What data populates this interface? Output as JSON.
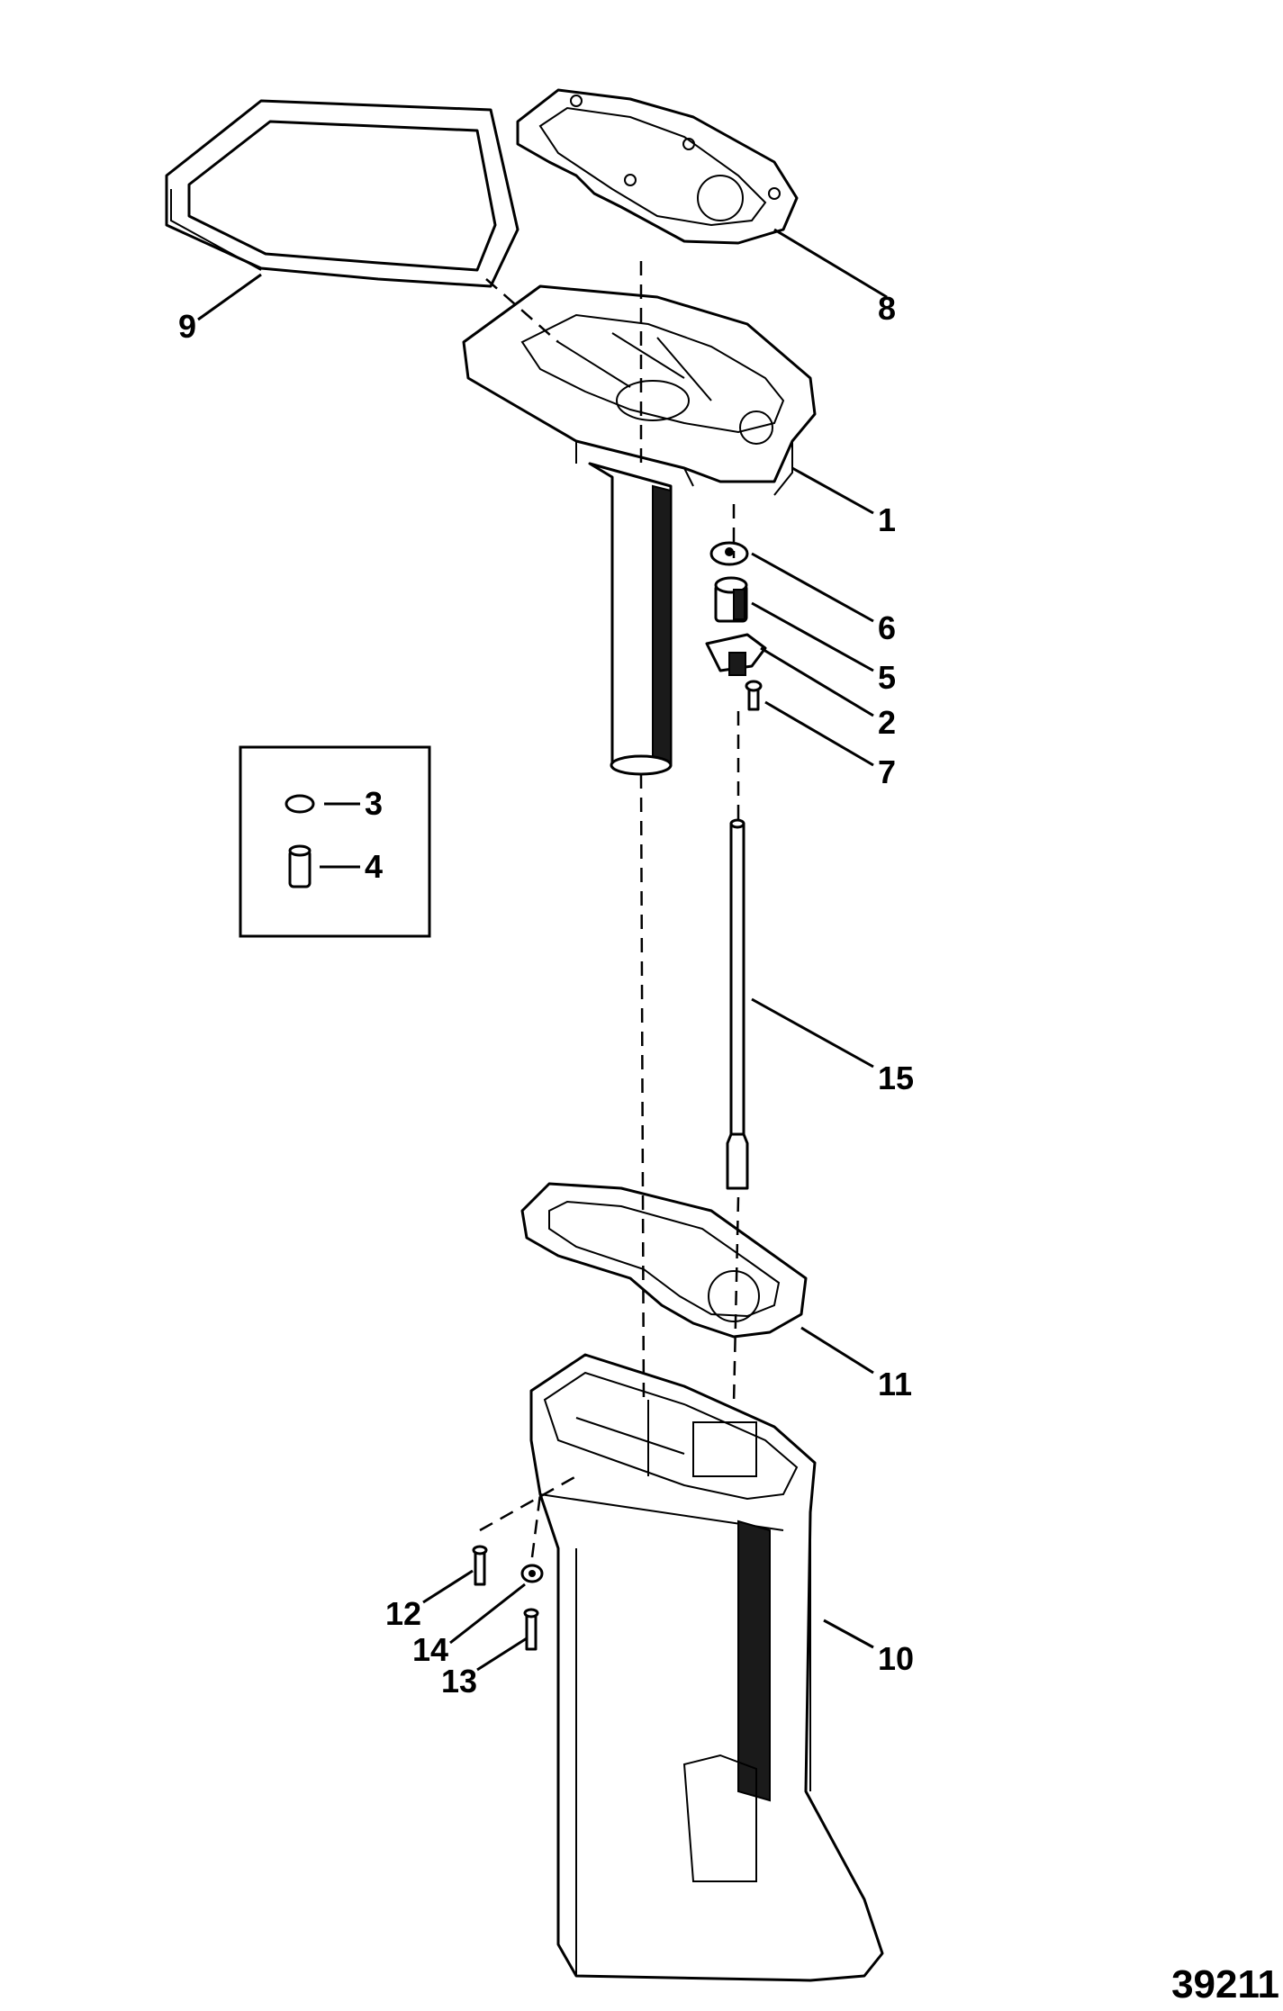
{
  "figure_number": "39211",
  "callouts": {
    "c1": "1",
    "c2": "2",
    "c3": "3",
    "c4": "4",
    "c5": "5",
    "c6": "6",
    "c7": "7",
    "c8": "8",
    "c9": "9",
    "c10": "10",
    "c11": "11",
    "c12": "12",
    "c13": "13",
    "c14": "14",
    "c15": "15"
  }
}
